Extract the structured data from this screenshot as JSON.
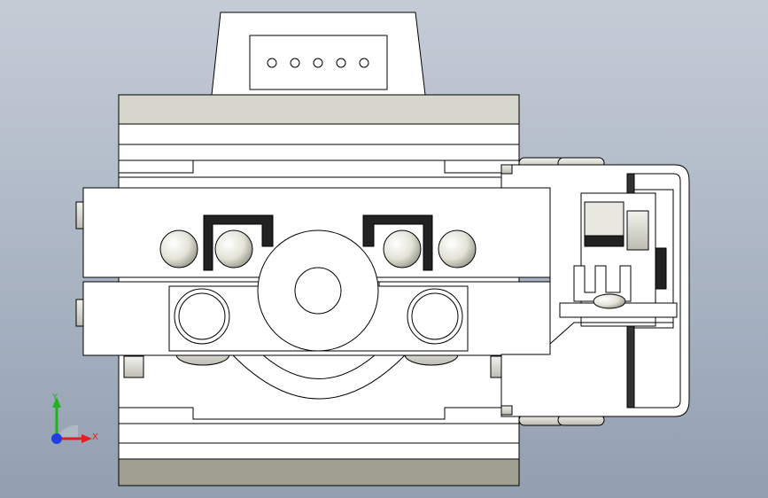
{
  "viewport": {
    "background_top": "#c5ccd6",
    "background_bottom": "#939fb0"
  },
  "model": {
    "body_fill": "#ffffff",
    "shadow_band_fill": "#d6d6cc",
    "base_band_fill": "#a19f92",
    "edge_color": "#000000",
    "ball_color": "#e6e6dc",
    "pin_count": 5
  },
  "triad": {
    "x_label": "X",
    "y_label": "Y",
    "x_color": "#e0201e",
    "y_color": "#22b022",
    "z_color": "#1f3fe0",
    "icon": "coordinate-triad-icon"
  }
}
